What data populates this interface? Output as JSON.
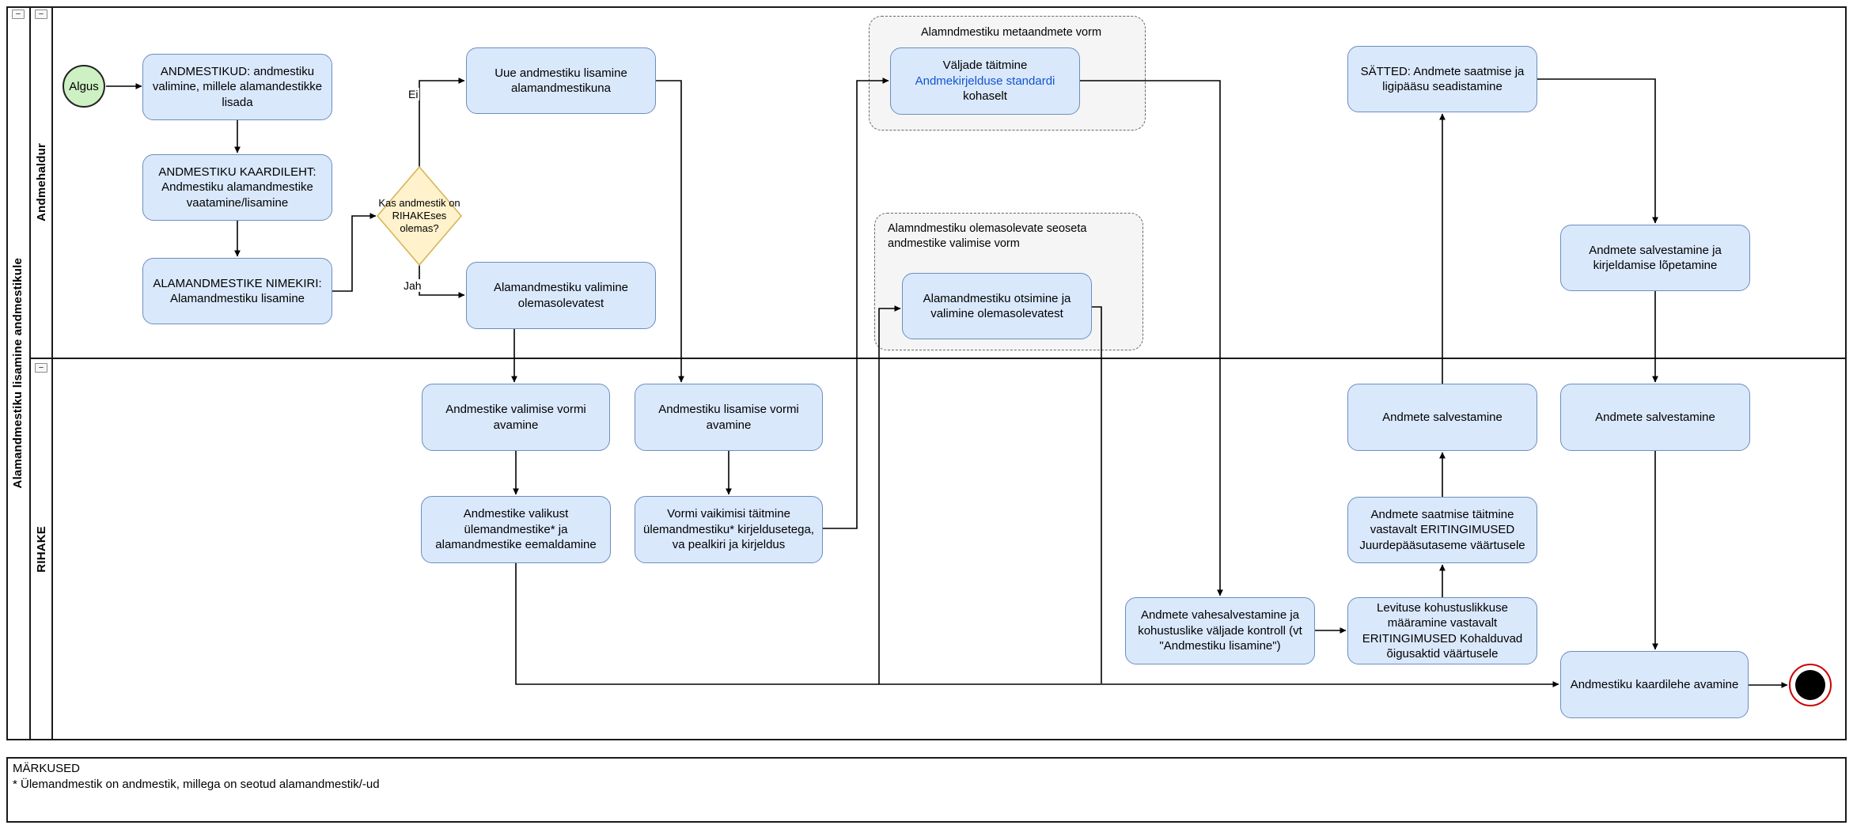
{
  "pool": {
    "title": "Alamandmestiku lisamine andmestikule"
  },
  "lanes": [
    {
      "title": "Andmehaldur"
    },
    {
      "title": "RIHAKE"
    }
  ],
  "icons": {
    "collapse": "−"
  },
  "nodes": {
    "start": {
      "label": "Algus"
    },
    "a": {
      "label": "ANDMESTIKUD: andmestiku valimine, millele alamandestikke lisada"
    },
    "b": {
      "label": "ANDMESTIKU KAARDILEHT: Andmestiku alamandmestike vaatamine/lisamine"
    },
    "c": {
      "label": "ALAMANDMESTIKE NIMEKIRI: Alamandmestiku lisamine"
    },
    "decision": {
      "label": "Kas andmestik on RIHAKEses olemas?"
    },
    "d": {
      "label": "Uue andmestiku lisamine alamandmestikuna"
    },
    "e": {
      "label": "Alamandmestiku valimine olemasolevatest"
    },
    "v": {
      "line1": "Väljade täitmine",
      "link": "Andmekirjelduse standardi",
      "line3": "kohaselt"
    },
    "s": {
      "label": "SÄTTED: Andmete saatmise ja ligipääsu seadistamine"
    },
    "k": {
      "label": "Andmete salvestamine ja kirjeldamise lõpetamine"
    },
    "o": {
      "label": "Alamandmestiku otsimine ja valimine olemasolevatest"
    },
    "f": {
      "label": "Andmestike valimise vormi avamine"
    },
    "g": {
      "label": "Andmestiku lisamise vormi avamine"
    },
    "h": {
      "label": "Andmestike valikust ülemandmestike* ja alamandmestike eemaldamine"
    },
    "i": {
      "label": "Vormi vaikimisi täitmine ülemandmestiku* kirjeldusetega, va pealkiri ja kirjeldus"
    },
    "j": {
      "label": "Andmete vahesalvestamine ja kohustuslike väljade kontroll (vt \"Andmestiku lisamine\")"
    },
    "l": {
      "label": "Levituse kohustuslikkuse määramine vastavalt ERITINGIMUSED Kohalduvad õigusaktid väärtusele"
    },
    "m": {
      "label": "Andmete saatmise täitmine vastavalt ERITINGIMUSED Juurdepääsutaseme väärtusele"
    },
    "r1": {
      "label": "Andmete salvestamine"
    },
    "r2": {
      "label": "Andmete salvestamine"
    },
    "p": {
      "label": "Andmestiku kaardilehe avamine"
    }
  },
  "containers": {
    "meta_form": {
      "label": "Alamndmestiku metaandmete vorm"
    },
    "select_form": {
      "label": "Alamndmestiku olemasolevate seoseta andmestike valimise vorm"
    }
  },
  "edge_labels": {
    "no": "Ei",
    "yes": "Jah"
  },
  "notes": {
    "title": "MÄRKUSED",
    "line1": "* Ülemandmestik on andmestik, millega on seotud alamandmestik/-ud"
  },
  "colors": {
    "task_fill": "#dae8fc",
    "task_stroke": "#6c8ebf",
    "decision_fill": "#fff2cc",
    "decision_stroke": "#d6b656",
    "start_fill": "#cdf1c3",
    "start_stroke": "#222222",
    "end_ring": "#cc0000",
    "end_fill": "#000000",
    "container_fill": "#f5f5f5",
    "container_stroke": "#666666",
    "link": "#1155cc"
  }
}
